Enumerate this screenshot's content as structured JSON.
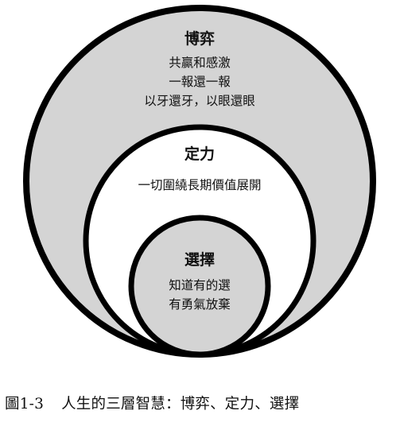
{
  "diagram": {
    "colors": {
      "outer_fill": "#d4d4d4",
      "middle_fill": "#ffffff",
      "inner_fill": "#d4d4d4",
      "stroke": "#000000"
    },
    "outer": {
      "title": "博弈",
      "lines": [
        "共贏和感激",
        "一報還一報",
        "以牙還牙，以眼還眼"
      ]
    },
    "middle": {
      "title": "定力",
      "lines": [
        "一切圍繞長期價值展開"
      ]
    },
    "inner": {
      "title": "選擇",
      "lines": [
        "知道有的選",
        "有勇氣放棄"
      ]
    }
  },
  "caption": {
    "number": "圖1-3",
    "text": "人生的三層智慧：博弈、定力、選擇"
  }
}
